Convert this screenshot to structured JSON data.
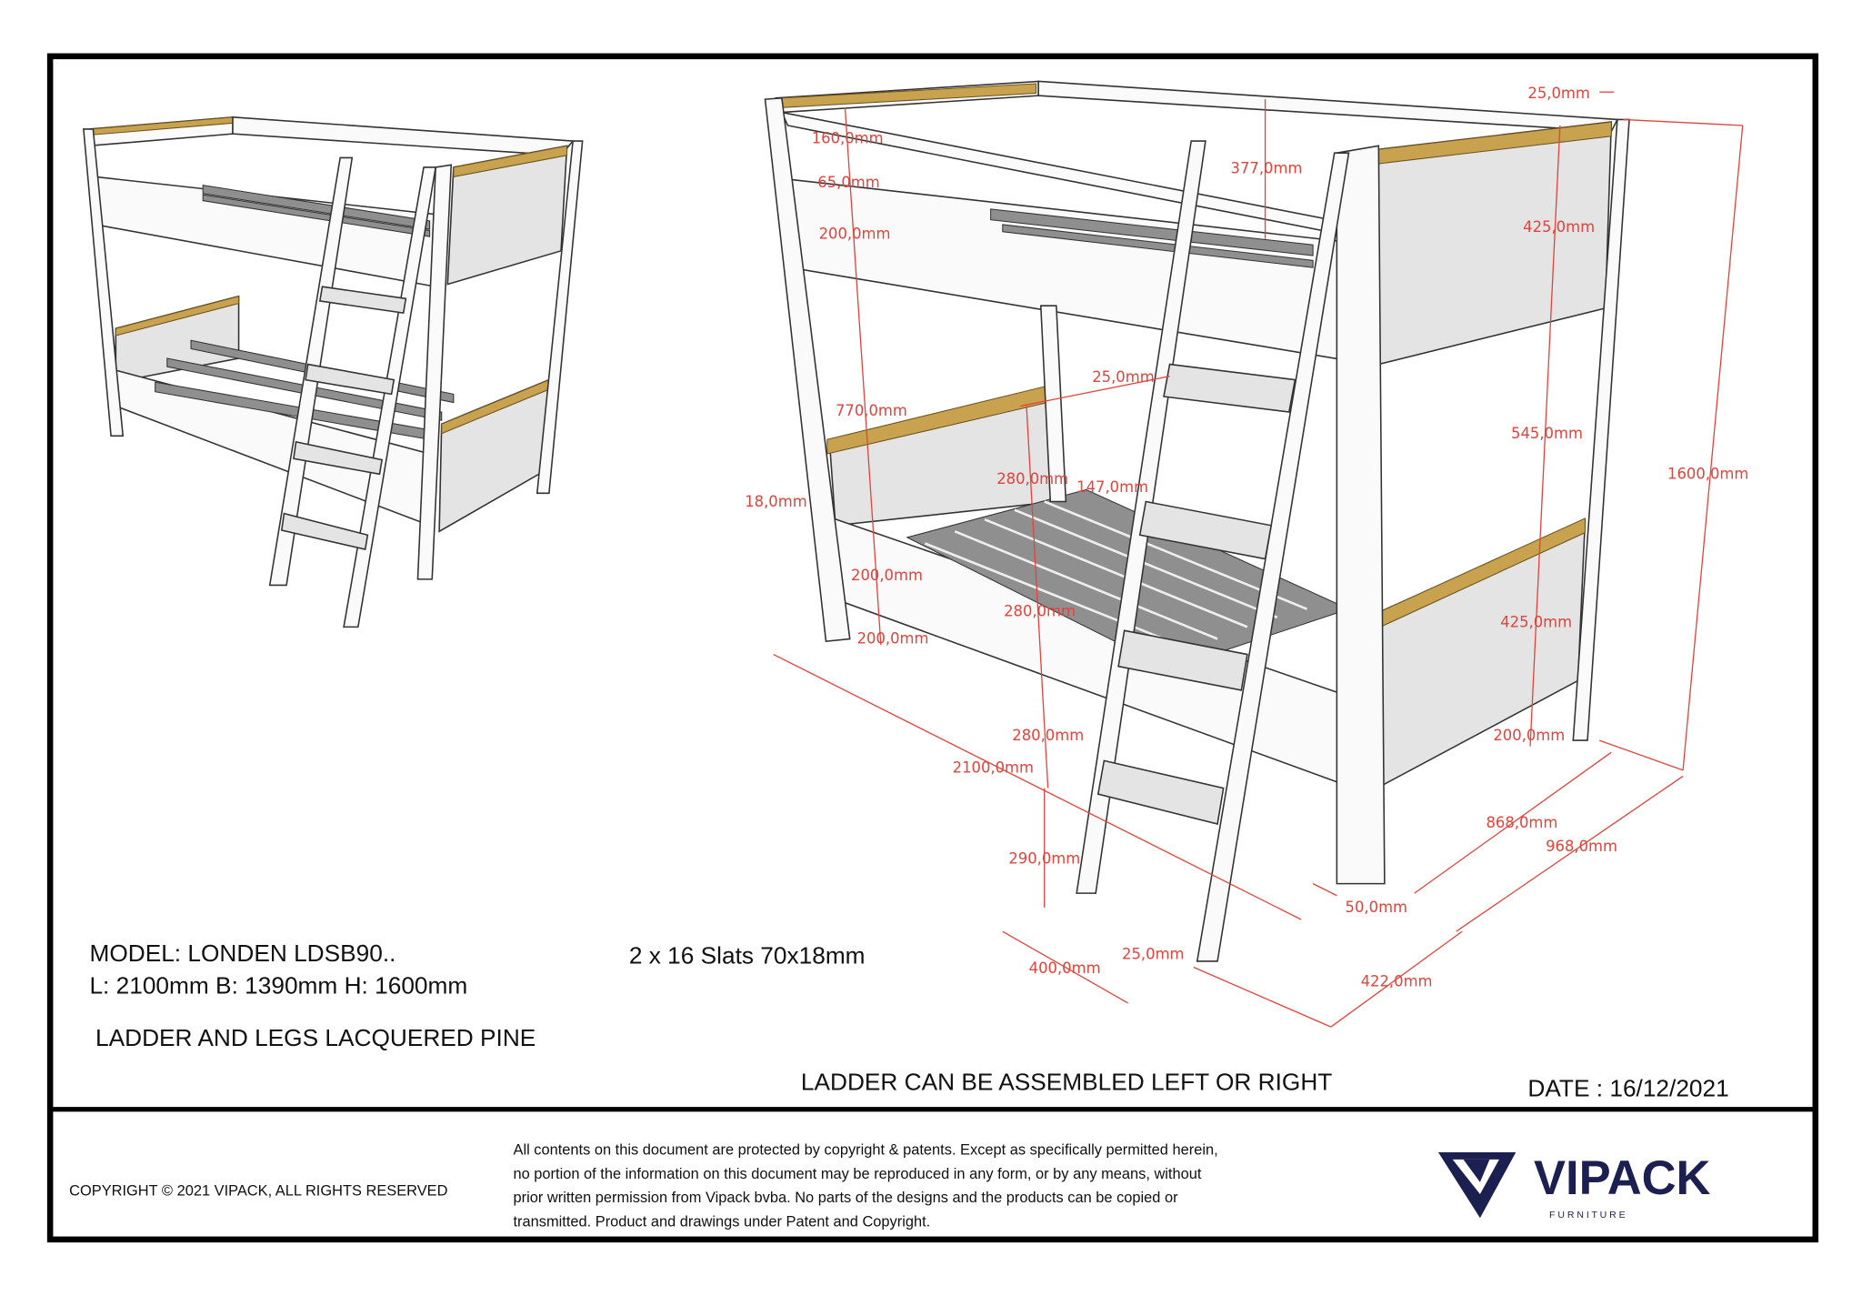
{
  "model": {
    "line1": "MODEL: LONDEN LDSB90..",
    "line2": "L: 2100mm B: 1390mm H: 1600mm",
    "material": "LADDER AND LEGS LACQUERED PINE",
    "slats": "2 x 16 Slats 70x18mm",
    "ladder_note": "LADDER CAN BE ASSEMBLED LEFT OR RIGHT",
    "date": "DATE : 16/12/2021"
  },
  "dimensions": {
    "d160": "160,0mm",
    "d65": "65,0mm",
    "d200a": "200,0mm",
    "d770": "770,0mm",
    "d18": "18,0mm",
    "d200b": "200,0mm",
    "d200c": "200,0mm",
    "d2100": "2100,0mm",
    "d25a": "25,0mm",
    "d280a": "280,0mm",
    "d147": "147,0mm",
    "d280b": "280,0mm",
    "d280c": "280,0mm",
    "d290": "290,0mm",
    "d400": "400,0mm",
    "d25b": "25,0mm",
    "d377": "377,0mm",
    "d25c": "25,0mm",
    "d425a": "425,0mm",
    "d545": "545,0mm",
    "d1600": "1600,0mm",
    "d425b": "425,0mm",
    "d200d": "200,0mm",
    "d868": "868,0mm",
    "d968": "968,0mm",
    "d50": "50,0mm",
    "d422": "422,0mm"
  },
  "footer": {
    "copyright": "COPYRIGHT  © 2021 VIPACK, ALL RIGHTS RESERVED",
    "legal": [
      "All contents on this document are protected by copyright & patents. Except as specifically permitted herein,",
      "no portion of the information on this document may be reproduced in any form, or by any means, without",
      "prior written permission from Vipack bvba. No parts of the designs and the products can be copied or",
      "transmitted. Product and drawings under Patent and Copyright."
    ],
    "logo": {
      "name": "VIPACK",
      "tagline": "F U R N I T U R E",
      "color": "#1b2050"
    }
  },
  "colors": {
    "dimension": "#e0443c",
    "oak": "#c9a24f"
  }
}
